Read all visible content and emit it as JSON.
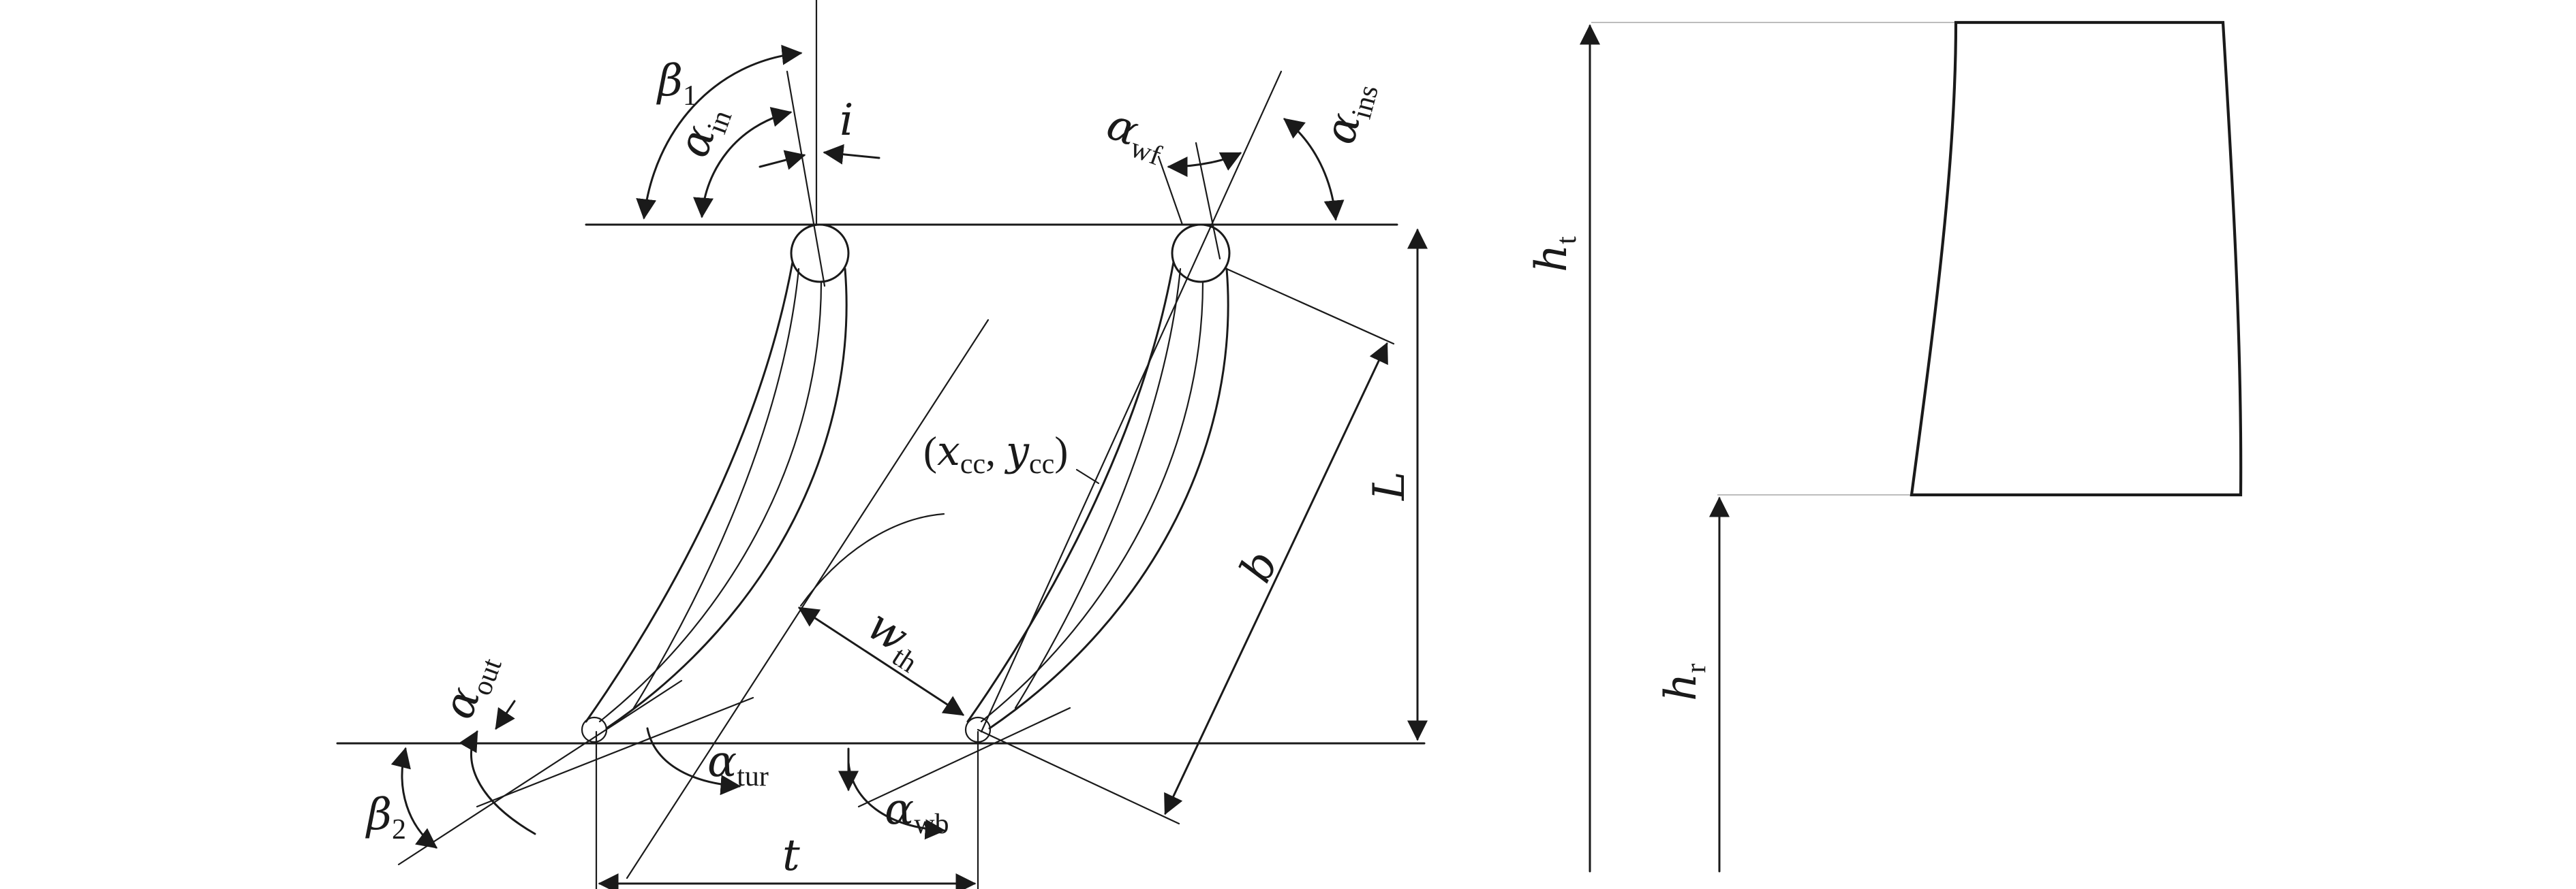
{
  "cascade_labels": {
    "beta1": {
      "sym": "β",
      "sub": "1"
    },
    "alpha_in": {
      "sym": "α",
      "sub": "in"
    },
    "incidence": "i",
    "alpha_wf": {
      "sym": "α",
      "sub": "wf"
    },
    "alpha_ins": {
      "sym": "α",
      "sub": "ins"
    },
    "centroid": {
      "open": "(",
      "x": "x",
      "x_sub": "cc",
      "comma": ", ",
      "y": "y",
      "y_sub": "cc",
      "close": ")"
    },
    "L": "L",
    "b": "b",
    "w_th": {
      "sym": "w",
      "sub": "th"
    },
    "alpha_out": {
      "sym": "α",
      "sub": "out"
    },
    "beta2": {
      "sym": "β",
      "sub": "2"
    },
    "alpha_tur": {
      "sym": "α",
      "sub": "tur"
    },
    "alpha_wb": {
      "sym": "α",
      "sub": "wb"
    },
    "t": "t"
  },
  "span_labels": {
    "h_t": {
      "sym": "h",
      "sub": "t"
    },
    "h_r": {
      "sym": "h",
      "sub": "r"
    }
  }
}
